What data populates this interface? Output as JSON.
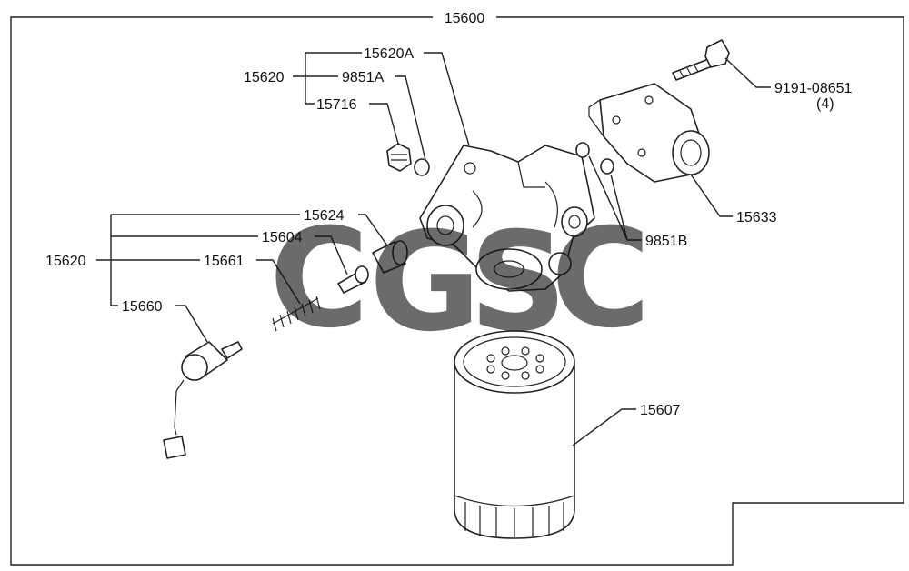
{
  "labels": {
    "assembly": "15600",
    "head_kit": "15620",
    "bracket": "15620A",
    "gasket_a": "9851A",
    "plug": "15716",
    "bolt": "9191-08651",
    "bolt_qty": "(4)",
    "flange": "15633",
    "gasket_b": "9851B",
    "valve_kit": "15620",
    "seat": "15624",
    "valve": "15604",
    "spring": "15661",
    "switch": "15660",
    "filter": "15607"
  },
  "watermark": {
    "letters": [
      "C",
      "G",
      "S",
      "C"
    ],
    "colors": [
      "#4a86e8",
      "#ea4335",
      "#f4c20d",
      "#2e9e6b"
    ]
  }
}
